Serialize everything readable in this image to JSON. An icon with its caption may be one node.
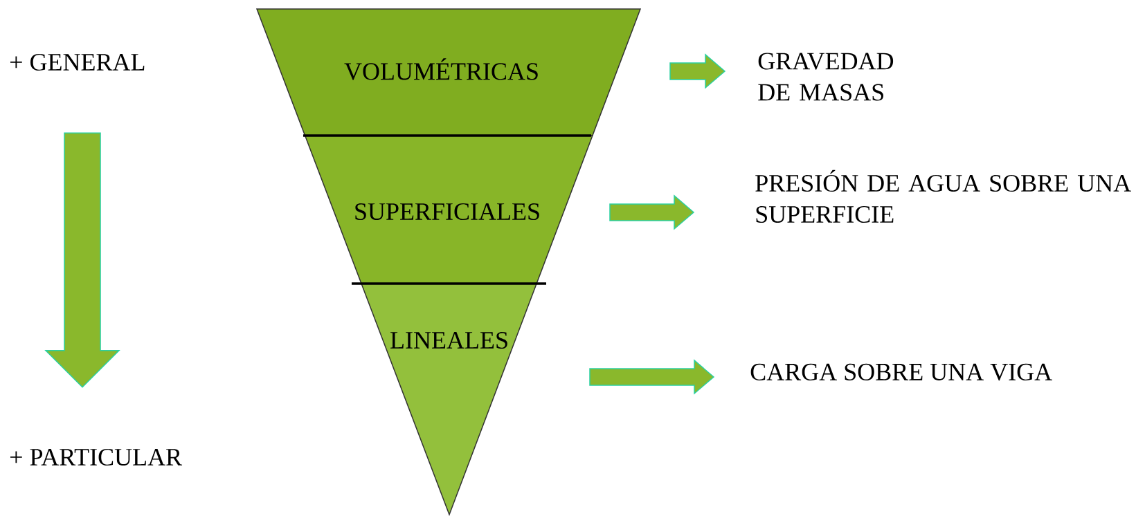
{
  "diagram": {
    "nodes": [
      {
        "text": [
          "+ GENERAL"
        ]
      },
      {
        "text": [
          "+ PARTICULAR"
        ]
      },
      {
        "text": [
          "VOLUMÉTRICAS"
        ]
      },
      {
        "text": [
          "SUPERFICIALES"
        ]
      },
      {
        "text": [
          "LINEALES"
        ]
      },
      {
        "text": [
          "GRAVEDAD DE MASAS"
        ]
      },
      {
        "text": [
          "PRESIÓN DE AGUA SOBRE UNA SUPERFICIE"
        ]
      },
      {
        "text": [
          "CARGA SOBRE UNA VIGA"
        ]
      }
    ],
    "edges": [
      {
        "from": 0,
        "to": 1,
        "arrow": "to"
      },
      {
        "from": 2,
        "to": 5,
        "arrow": "to"
      },
      {
        "from": 3,
        "to": 6,
        "arrow": "to"
      },
      {
        "from": 4,
        "to": 7,
        "arrow": "to"
      }
    ]
  }
}
